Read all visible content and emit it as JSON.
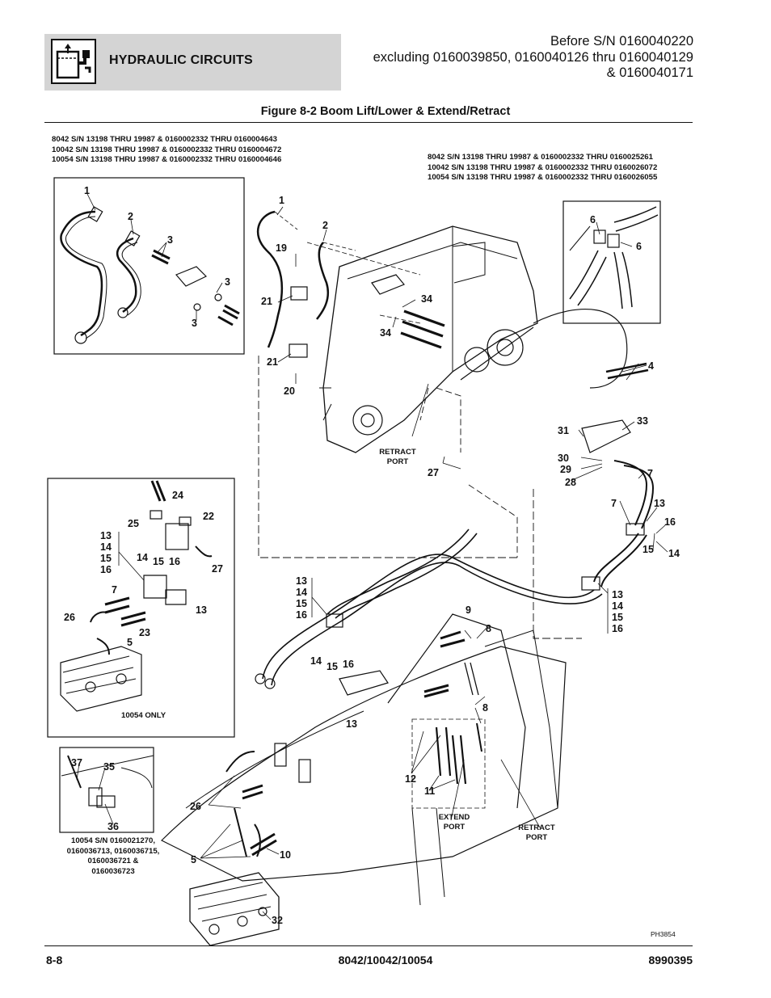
{
  "header": {
    "section_title": "HYDRAULIC CIRCUITS",
    "serial_lines": [
      "Before S/N 0160040220",
      "excluding 0160039850, 0160040126 thru 0160040129",
      "& 0160040171"
    ]
  },
  "icon": "hydraulic-reservoir-icon",
  "figure_title": "Figure 8-2 Boom Lift/Lower & Extend/Retract",
  "notes": {
    "left_serials": [
      "8042 S/N 13198 THRU 19987 & 0160002332 THRU 0160004643",
      "10042 S/N 13198 THRU 19987 & 0160002332 THRU 0160004672",
      "10054 S/N 13198 THRU 19987 & 0160002332 THRU 0160004646"
    ],
    "right_serials": [
      "8042 S/N 13198 THRU 19987 & 0160002332 THRU 0160025261",
      "10042 S/N 13198 THRU 19987 & 0160002332 THRU 0160026072",
      "10054 S/N 13198 THRU 19987 & 0160002332 THRU 0160026055"
    ],
    "only_10054": "10054 ONLY",
    "bottom_serials": [
      "10054 S/N 0160021270,",
      "0160036713, 0160036715,",
      "0160036721 &",
      "0160036723"
    ]
  },
  "ports": {
    "retract_top": [
      "RETRACT",
      "PORT"
    ],
    "extend": [
      "EXTEND",
      "PORT"
    ],
    "retract_bottom": [
      "RETRACT",
      "PORT"
    ]
  },
  "callouts": {
    "c1a": "1",
    "c2a": "2",
    "c3a": "3",
    "c3b": "3",
    "c3c": "3",
    "c1b": "1",
    "c2b": "2",
    "c19": "19",
    "c21a": "21",
    "c21b": "21",
    "c20": "20",
    "c34a": "34",
    "c34b": "34",
    "c6a": "6",
    "c6b": "6",
    "c4": "4",
    "c33": "33",
    "c31": "31",
    "c30": "30",
    "c29": "29",
    "c28": "28",
    "c7a": "7",
    "c7b": "7",
    "c13a": "13",
    "c16a": "16",
    "c15a": "15",
    "c14a": "14",
    "c27a": "27",
    "c24": "24",
    "c25": "25",
    "c22": "22",
    "stack_l": [
      "13",
      "14",
      "15",
      "16"
    ],
    "c14b": "14",
    "c15b": "15",
    "c16b": "16",
    "c27b": "27",
    "c7c": "7",
    "c13b": "13",
    "c26a": "26",
    "c23": "23",
    "c5a": "5",
    "stack_m": [
      "13",
      "14",
      "15",
      "16"
    ],
    "stack_r": [
      "13",
      "14",
      "15",
      "16"
    ],
    "c9": "9",
    "c8a": "8",
    "c8b": "8",
    "c14c": "14",
    "c15c": "15",
    "c16c": "16",
    "c13c": "13",
    "c12": "12",
    "c11": "11",
    "c37": "37",
    "c35": "35",
    "c36": "36",
    "c26b": "26",
    "c5b": "5",
    "c10": "10",
    "c32": "32"
  },
  "drawing_id": "PH3854",
  "footer": {
    "page": "8-8",
    "models": "8042/10042/10054",
    "part_number": "8990395"
  }
}
